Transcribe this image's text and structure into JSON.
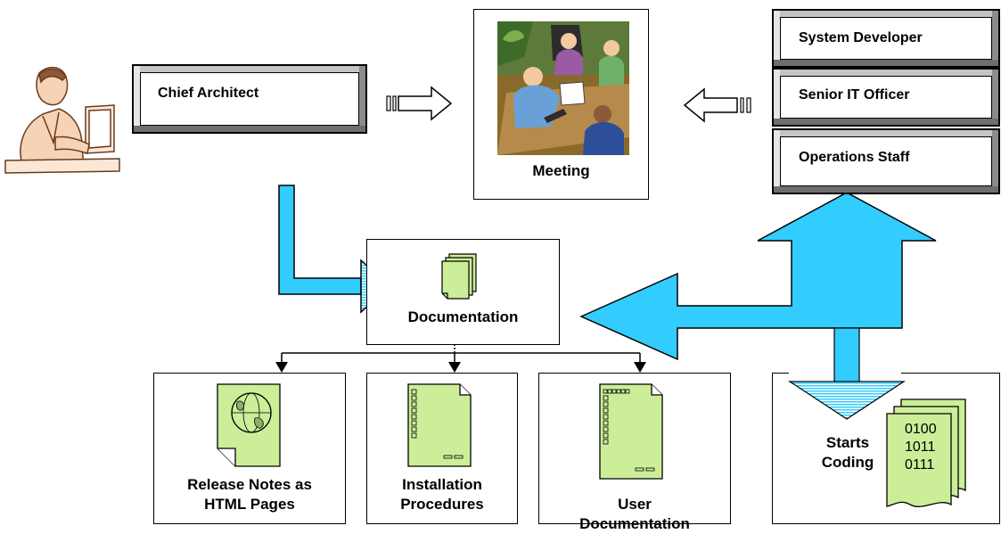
{
  "roles": {
    "chief_architect": "Chief Architect",
    "team": [
      "System Developer",
      "Senior IT Officer",
      "Operations Staff"
    ]
  },
  "meeting": {
    "label": "Meeting"
  },
  "documentation": {
    "label": "Documentation"
  },
  "outputs": [
    {
      "label": "Release Notes as\nHTML Pages"
    },
    {
      "label": "Installation\nProcedures"
    },
    {
      "label": "User\nDocumentation"
    }
  ],
  "coding": {
    "label": "Starts\nCoding",
    "binary": [
      "0100",
      "1011",
      "0111"
    ]
  },
  "colors": {
    "arrow_fill": "#33ccff",
    "doc_fill": "#ccee99",
    "bevel_gray": "#d8d8d8"
  },
  "icons": [
    "architect-person-icon",
    "meeting-scene-icon",
    "stacked-documents-icon",
    "globe-document-icon",
    "checklist-document-icon",
    "binary-code-documents-icon"
  ]
}
